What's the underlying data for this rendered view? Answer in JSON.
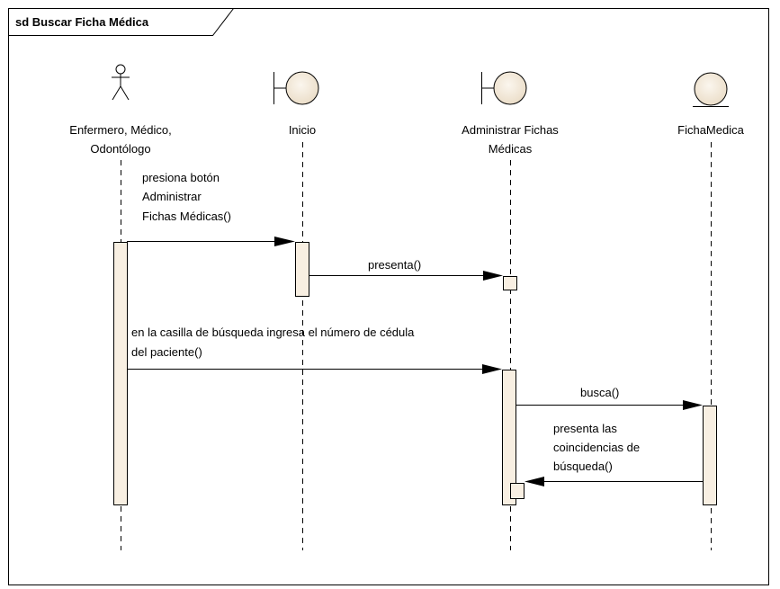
{
  "frame": {
    "title": "sd Buscar Ficha Médica"
  },
  "lifelines": [
    {
      "id": "actor",
      "kind": "actor",
      "name_lines": [
        "Enfermero, Médico,",
        "Odontólogo"
      ]
    },
    {
      "id": "inicio",
      "kind": "boundary",
      "name_lines": [
        "Inicio"
      ]
    },
    {
      "id": "administrar",
      "kind": "boundary",
      "name_lines": [
        "Administrar Fichas",
        "Médicas"
      ]
    },
    {
      "id": "ficha",
      "kind": "entity",
      "name_lines": [
        "FichaMedica"
      ]
    }
  ],
  "messages": [
    {
      "id": "m1",
      "from": "actor",
      "to": "inicio",
      "label_lines": [
        "presiona botón",
        "Administrar",
        "Fichas Médicas()"
      ]
    },
    {
      "id": "m2",
      "from": "inicio",
      "to": "administrar",
      "label_lines": [
        "presenta()"
      ]
    },
    {
      "id": "m3",
      "from": "actor",
      "to": "administrar",
      "label_lines": [
        "en la casilla de búsqueda ingresa el número de cédula",
        "del paciente()"
      ]
    },
    {
      "id": "m4",
      "from": "administrar",
      "to": "ficha",
      "label_lines": [
        "busca()"
      ]
    },
    {
      "id": "m5",
      "from": "ficha",
      "to": "administrar",
      "label_lines": [
        "presenta las",
        "coincidencias de",
        "búsqueda()"
      ]
    }
  ],
  "colors": {
    "activation_fill": "#f8efe2",
    "object_fill": "#f4eadb",
    "line": "#000000",
    "background": "#ffffff"
  }
}
